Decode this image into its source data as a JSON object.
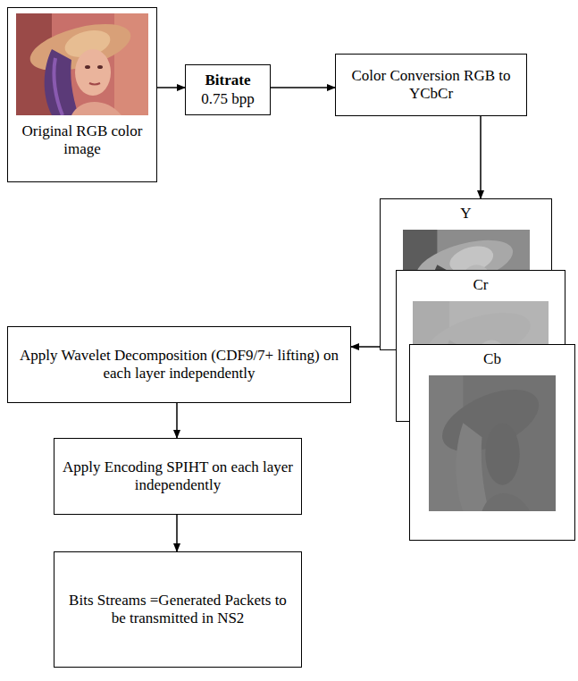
{
  "diagram": {
    "nodes": [
      {
        "text": [
          "Original RGB color image"
        ]
      },
      {
        "text": [
          "Bitrate",
          "0.75 bpp"
        ]
      },
      {
        "text": [
          "Color Conversion RGB to YCbCr"
        ]
      },
      {
        "text": [
          "Y"
        ]
      },
      {
        "text": [
          "Cr"
        ]
      },
      {
        "text": [
          "Cb"
        ]
      },
      {
        "text": [
          "Apply Wavelet Decomposition (CDF9/7+ lifting) on each layer independently"
        ]
      },
      {
        "text": [
          "Apply Encoding SPIHT on each layer independently"
        ]
      },
      {
        "text": [
          "Bits Streams =Generated Packets to be transmitted in NS2"
        ]
      }
    ],
    "edges": [
      {
        "from": 0,
        "to": 1,
        "arrow": "to"
      },
      {
        "from": 1,
        "to": 2,
        "arrow": "to"
      },
      {
        "from": 2,
        "to": 3,
        "arrow": "to"
      },
      {
        "from": 3,
        "to": 6,
        "arrow": "to"
      },
      {
        "from": 6,
        "to": 7,
        "arrow": "to"
      },
      {
        "from": 7,
        "to": 8,
        "arrow": "to"
      }
    ]
  }
}
